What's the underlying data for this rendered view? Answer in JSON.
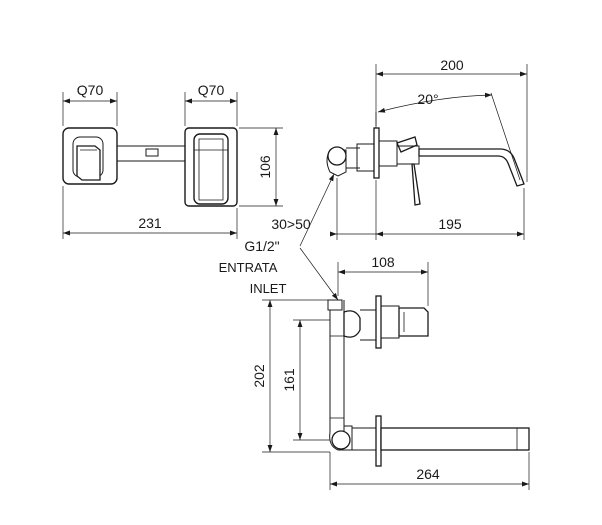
{
  "dimensions": {
    "front_left_square": "Q70",
    "front_right_square": "Q70",
    "front_height": "106",
    "front_width": "231",
    "side_spout_length": "200",
    "side_angle": "20°",
    "side_wall_range": "30>50",
    "side_projection": "195",
    "top_projection": "108",
    "top_height_total": "202",
    "top_height_inner": "161",
    "top_width": "264"
  },
  "connection": {
    "thread": "G1/2\"",
    "label_it": "ENTRATA",
    "label_en": "INLET"
  }
}
